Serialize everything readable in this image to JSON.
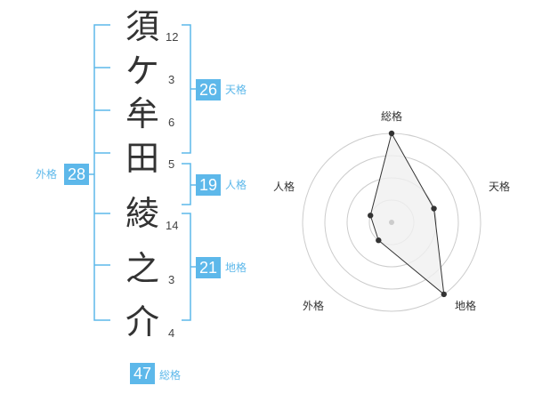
{
  "name_chars": [
    {
      "char": "須",
      "strokes": "12"
    },
    {
      "char": "ケ",
      "strokes": "3"
    },
    {
      "char": "牟",
      "strokes": "6"
    },
    {
      "char": "田",
      "strokes": "5"
    },
    {
      "char": "綾",
      "strokes": "14"
    },
    {
      "char": "之",
      "strokes": "3"
    },
    {
      "char": "介",
      "strokes": "4"
    }
  ],
  "kaku": {
    "tenkaku": {
      "value": "26",
      "label": "天格"
    },
    "jinkaku": {
      "value": "19",
      "label": "人格"
    },
    "chikaku": {
      "value": "21",
      "label": "地格"
    },
    "gaikaku": {
      "value": "28",
      "label": "外格"
    },
    "soukaku": {
      "value": "47",
      "label": "総格"
    }
  },
  "chart_data": {
    "type": "radar",
    "axes": [
      "総格",
      "天格",
      "地格",
      "外格",
      "人格"
    ],
    "values": [
      4,
      2,
      4,
      1,
      1
    ],
    "max": 4,
    "rings": 4,
    "colors": {
      "ring": "#cccccc",
      "fill": "#f0f0f0",
      "line": "#333333",
      "point": "#333333",
      "center": "#cccccc",
      "bracket": "#5db8ea"
    }
  }
}
